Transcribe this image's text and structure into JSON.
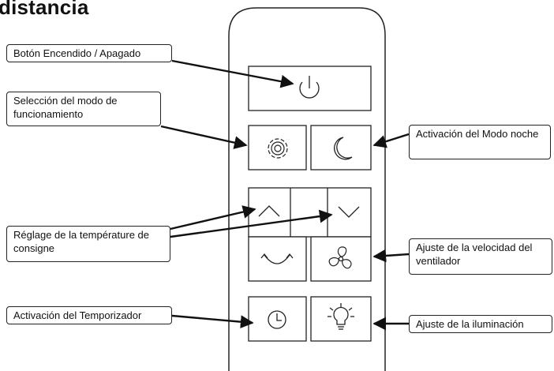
{
  "title": "distancia",
  "labels": {
    "power": "Botón Encendido / Apagado",
    "mode": "Selección del modo de funcionamiento",
    "night": "Activación del Modo noche",
    "temperature": "Réglage de la température de consigne",
    "fan_speed": "Ajuste de la velocidad del ventilador",
    "timer": "Activación del Temporizador",
    "lighting": "Ajuste de la iluminación"
  },
  "icons": [
    "power-icon",
    "gear-icon",
    "moon-icon",
    "chevron-up-icon",
    "chevron-down-icon",
    "swing-icon",
    "fan-icon",
    "clock-icon",
    "light-bulb-icon"
  ]
}
